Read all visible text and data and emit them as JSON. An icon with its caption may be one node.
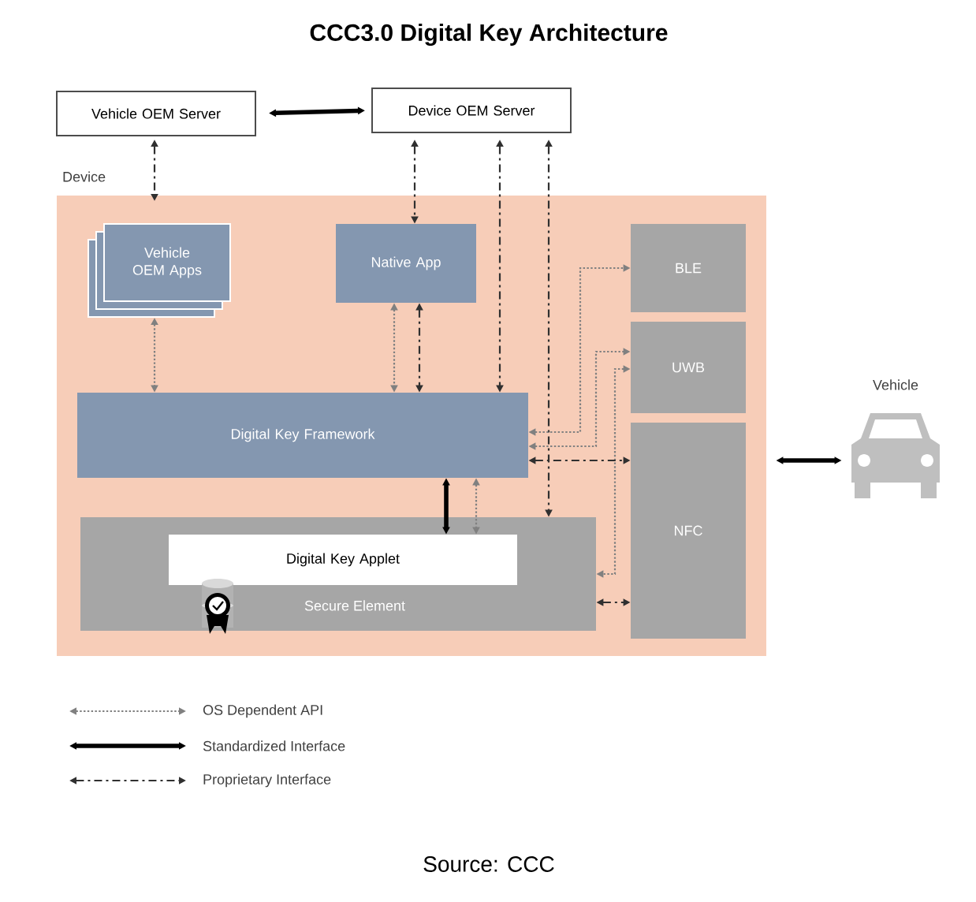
{
  "diagram": {
    "title": "CCC3.0 Digital Key Architecture",
    "caption": "Source: CCC",
    "nodes": [
      {
        "text": [
          "Vehicle OEM Server"
        ]
      },
      {
        "text": [
          "Device OEM Server"
        ]
      },
      {
        "text": [
          "Device"
        ]
      },
      {
        "text": [
          "Vehicle OEM Apps"
        ],
        "in": 2
      },
      {
        "text": [
          "Native App"
        ],
        "in": 2
      },
      {
        "text": [
          "Digital Key Framework"
        ],
        "in": 2
      },
      {
        "text": [
          "Secure Element"
        ],
        "in": 2
      },
      {
        "text": [
          "Digital Key Applet"
        ],
        "in": 6
      },
      {
        "text": [
          "BLE"
        ],
        "in": 2
      },
      {
        "text": [
          "UWB"
        ],
        "in": 2
      },
      {
        "text": [
          "NFC"
        ],
        "in": 2
      },
      {
        "text": [
          "Vehicle"
        ]
      }
    ],
    "edges": [
      {
        "from": 0,
        "to": 1,
        "arrow": "both",
        "style": "thick",
        "color": "#000000"
      },
      {
        "from": 0,
        "to": 3,
        "arrow": "both",
        "style": "dashed"
      },
      {
        "from": 1,
        "to": 4,
        "arrow": "both",
        "style": "dashed"
      },
      {
        "from": 1,
        "to": 5,
        "arrow": "both",
        "style": "dashed"
      },
      {
        "from": 1,
        "to": 6,
        "arrow": "both",
        "style": "dashed"
      },
      {
        "from": 3,
        "to": 5,
        "arrow": "both",
        "style": "dashed",
        "color": "#808080"
      },
      {
        "from": 4,
        "to": 5,
        "arrow": "both",
        "style": "dashed",
        "color": "#808080"
      },
      {
        "from": 4,
        "to": 5,
        "arrow": "both",
        "style": "dashed"
      },
      {
        "from": 5,
        "to": 8,
        "arrow": "both",
        "style": "dashed",
        "color": "#808080"
      },
      {
        "from": 5,
        "to": 9,
        "arrow": "both",
        "style": "dashed",
        "color": "#808080"
      },
      {
        "from": 9,
        "to": 6,
        "arrow": "both",
        "style": "dashed",
        "color": "#808080"
      },
      {
        "from": 5,
        "to": 10,
        "arrow": "both",
        "style": "dashed"
      },
      {
        "from": 6,
        "to": 10,
        "arrow": "both",
        "style": "dashed"
      },
      {
        "from": 5,
        "to": 7,
        "arrow": "both",
        "style": "thick",
        "color": "#000000"
      },
      {
        "from": 5,
        "to": 7,
        "arrow": "both",
        "style": "dashed",
        "color": "#808080"
      },
      {
        "from": 2,
        "to": 11,
        "arrow": "both",
        "style": "thick",
        "color": "#000000"
      }
    ],
    "legend": [
      {
        "text": "OS Dependent API"
      },
      {
        "text": "Standardized Interface"
      },
      {
        "text": "Proprietary Interface"
      }
    ]
  }
}
